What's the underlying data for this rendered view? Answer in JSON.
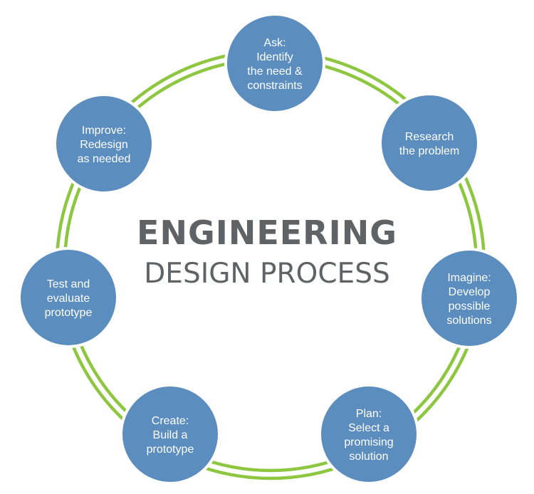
{
  "title": {
    "main": "ENGINEERING",
    "sub": "DESIGN PROCESS"
  },
  "colors": {
    "circle_fill": "#5b8dbf",
    "circle_stroke": "#ffffff",
    "ring": "#8dc63f",
    "text": "#5f6366",
    "label": "#ffffff"
  },
  "steps": [
    {
      "id": "ask",
      "lines": [
        "Ask:",
        "Identify",
        "the need &",
        "constraints"
      ]
    },
    {
      "id": "research",
      "lines": [
        "Research",
        "the problem"
      ]
    },
    {
      "id": "imagine",
      "lines": [
        "Imagine:",
        "Develop",
        "possible",
        "solutions"
      ]
    },
    {
      "id": "plan",
      "lines": [
        "Plan:",
        "Select a",
        "promising",
        "solution"
      ]
    },
    {
      "id": "create",
      "lines": [
        "Create:",
        "Build a",
        "prototype"
      ]
    },
    {
      "id": "test",
      "lines": [
        "Test and",
        "evaluate",
        "prototype"
      ]
    },
    {
      "id": "improve",
      "lines": [
        "Improve:",
        "Redesign",
        "as needed"
      ]
    }
  ]
}
